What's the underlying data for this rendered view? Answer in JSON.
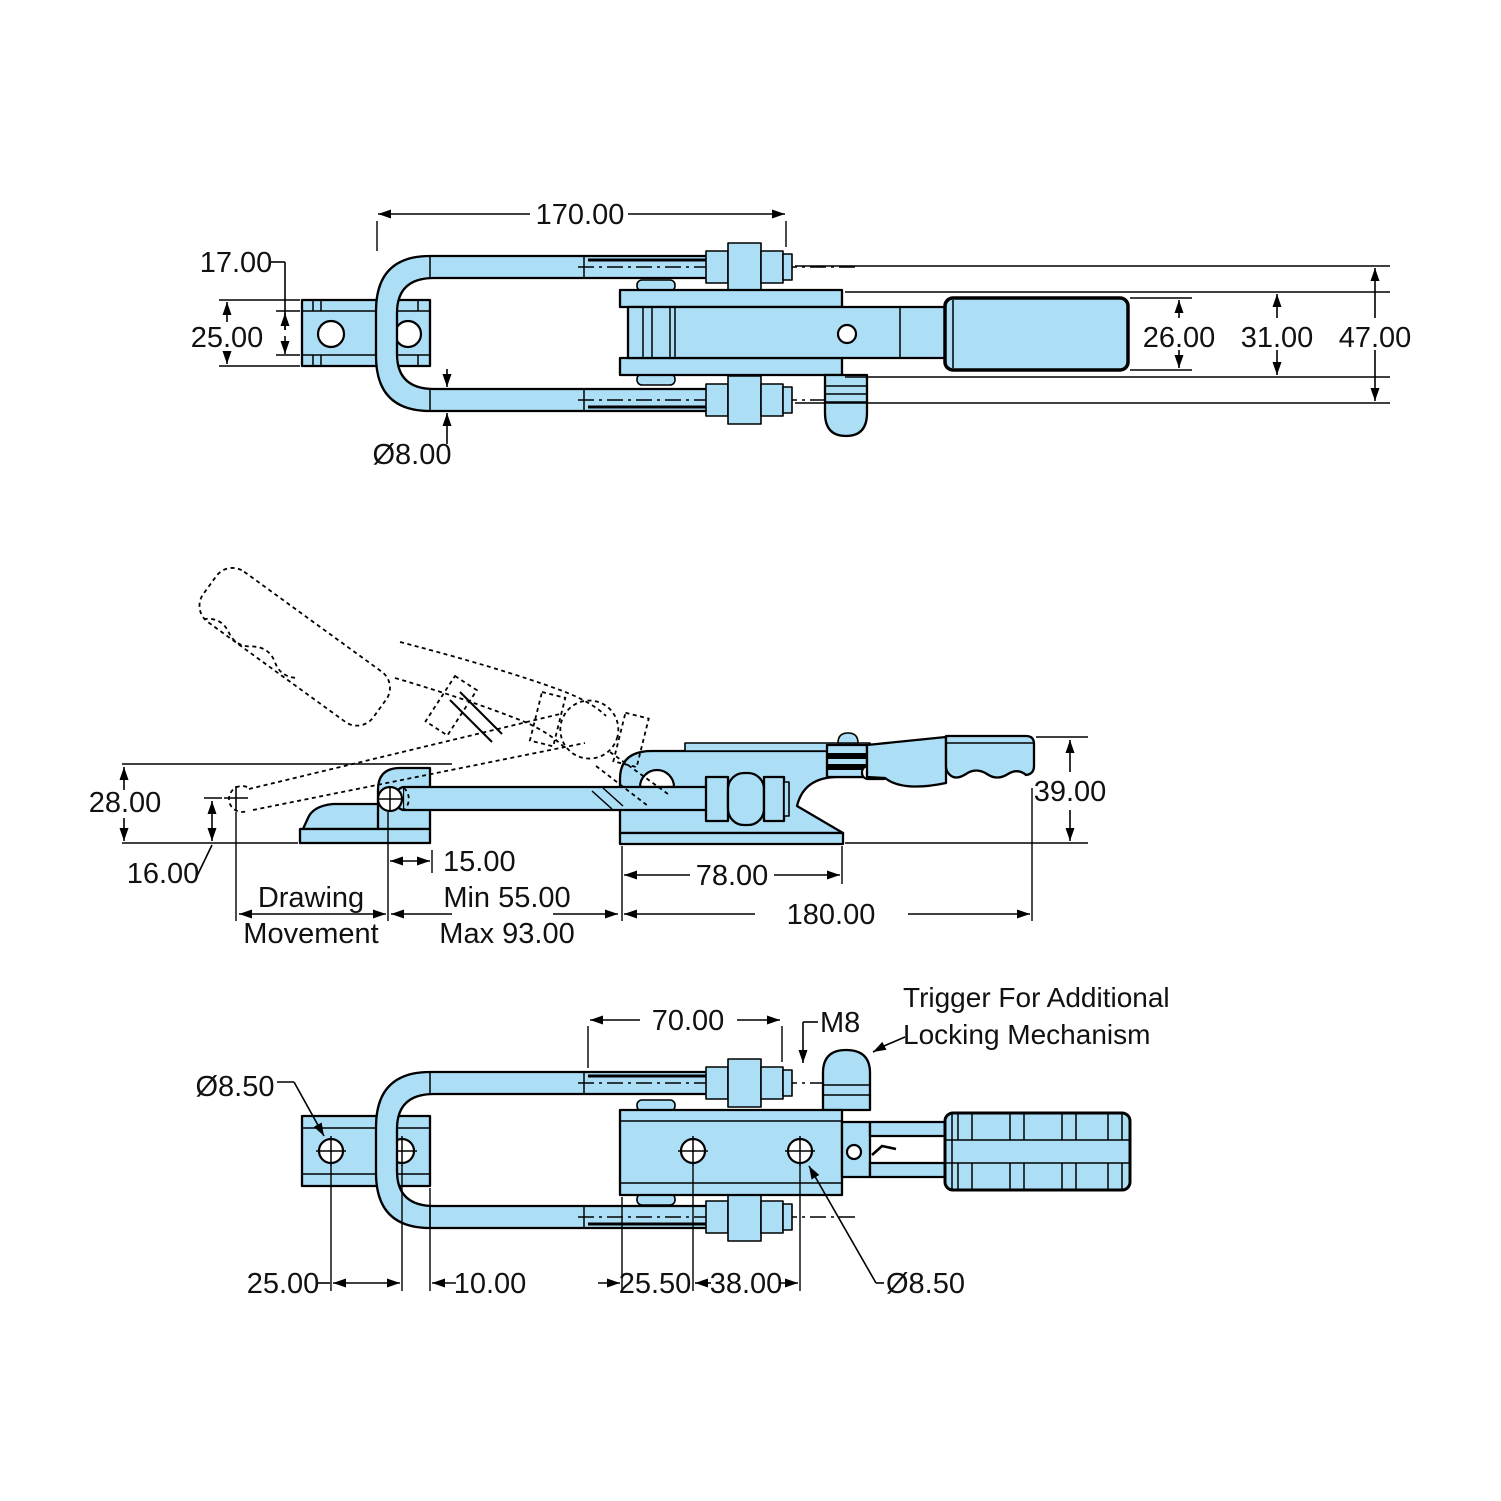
{
  "title": "Latch Type Toggle Clamp - Dimensioned Technical Drawing",
  "colors": {
    "part_fill": "#ACDEF6",
    "line": "#000000",
    "background": "#FFFFFF"
  },
  "dims": {
    "top": {
      "overall_length": "170.00",
      "plate_thickness": "17.00",
      "bracket_width": "25.00",
      "rod_diameter": "Ø8.00",
      "grip_width": "26.00",
      "body_width": "31.00",
      "overall_width": "47.00"
    },
    "side": {
      "pivot_height": "28.00",
      "base_height": "16.00",
      "movement_label_line1": "Drawing",
      "movement_label_line2": "Movement",
      "catch_offset": "15.00",
      "min_reach": "Min 55.00",
      "max_reach": "Max 93.00",
      "base_length": "78.00",
      "overall_length": "180.00",
      "handle_height": "39.00"
    },
    "bottom": {
      "mount_hole_diameter": "Ø8.50",
      "thread_length": "70.00",
      "thread_size": "M8",
      "trigger_note_line1": "Trigger For Additional",
      "trigger_note_line2": "Locking Mechanism",
      "mount_hole_spacing": "25.00",
      "mount_edge_offset": "10.00",
      "body_hole_offset": "25.50",
      "body_hole_spacing": "38.00",
      "body_hole_diameter": "Ø8.50"
    }
  }
}
